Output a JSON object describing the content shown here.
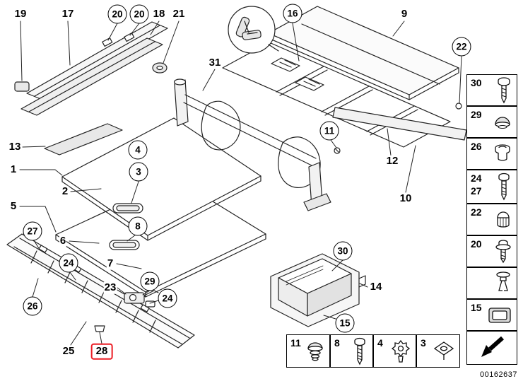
{
  "document": {
    "number": "00162637"
  },
  "colors": {
    "highlight_box": "#ec1c24",
    "line": "#222222"
  },
  "callouts": {
    "plain": [
      {
        "text": "19"
      },
      {
        "text": "17"
      },
      {
        "text": "18"
      },
      {
        "text": "21"
      },
      {
        "text": "9"
      },
      {
        "text": "31"
      },
      {
        "text": "13"
      },
      {
        "text": "1"
      },
      {
        "text": "2"
      },
      {
        "text": "5"
      },
      {
        "text": "6"
      },
      {
        "text": "7"
      },
      {
        "text": "12"
      },
      {
        "text": "10"
      },
      {
        "text": "23"
      },
      {
        "text": "14"
      },
      {
        "text": "25"
      },
      {
        "text": "28",
        "highlighted": true
      }
    ],
    "circled": [
      {
        "text": "20"
      },
      {
        "text": "20"
      },
      {
        "text": "16"
      },
      {
        "text": "22"
      },
      {
        "text": "11"
      },
      {
        "text": "4"
      },
      {
        "text": "3"
      },
      {
        "text": "8"
      },
      {
        "text": "27"
      },
      {
        "text": "24"
      },
      {
        "text": "26"
      },
      {
        "text": "29"
      },
      {
        "text": "24"
      },
      {
        "text": "30"
      },
      {
        "text": "15"
      }
    ]
  },
  "sidebar": {
    "cells": [
      {
        "labels": [
          "30"
        ],
        "icon": "pan-head-screw-icon"
      },
      {
        "labels": [
          "29"
        ],
        "icon": "dome-cap-icon"
      },
      {
        "labels": [
          "26"
        ],
        "icon": "grommet-icon"
      },
      {
        "labels": [
          "24",
          "27"
        ],
        "icon": "tapping-screw-icon"
      },
      {
        "labels": [
          "22"
        ],
        "icon": "cap-nut-icon"
      },
      {
        "labels": [
          "20"
        ],
        "icon": "screw-with-washer-icon"
      },
      {
        "labels": [],
        "icon": "expanding-rivet-icon"
      },
      {
        "labels": [
          "15"
        ],
        "icon": "adhesive-pad-icon"
      },
      {
        "labels": [],
        "icon": "continuation-arrow-icon"
      }
    ]
  },
  "legend_row": {
    "cells": [
      {
        "label": "11",
        "icon": "blind-plug-icon"
      },
      {
        "label": "8",
        "icon": "tapping-screw-icon"
      },
      {
        "label": "4",
        "icon": "torx-bolt-icon"
      },
      {
        "label": "3",
        "icon": "speed-nut-icon"
      }
    ]
  }
}
